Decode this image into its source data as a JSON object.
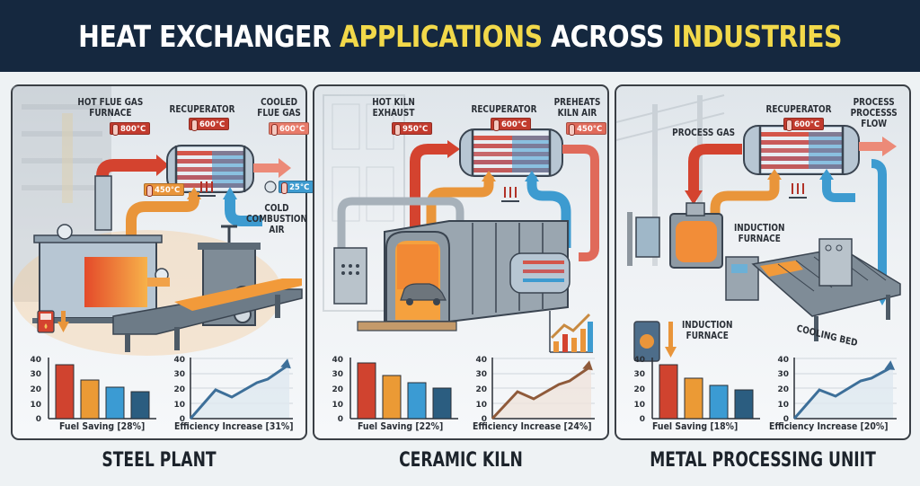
{
  "header": {
    "title_parts": [
      {
        "text": "HEAT EXCHANGER ",
        "highlight": false
      },
      {
        "text": "APPLICATIONS",
        "highlight": true
      },
      {
        "text": " ACROSS ",
        "highlight": false
      },
      {
        "text": "INDUSTRIES",
        "highlight": true
      }
    ],
    "bg_color": "#15283f",
    "highlight_color": "#f2d94a"
  },
  "panels": [
    {
      "id": "steel-plant",
      "footer_title": "STEEL PLANT",
      "labels": {
        "inlet": "HOT FLUE GAS\nFURNACE",
        "recuperator": "RECUPERATOR",
        "outlet": "COOLED\nFLUE GAS",
        "cold_air": "COLD\nCOMBUSTION\nAIR"
      },
      "temps": {
        "inlet": "800°C",
        "recuperator": "600°C",
        "outlet": "600°C",
        "preheat": "450°C",
        "cold": "25°C"
      },
      "icons": [
        "fuel-pump-icon",
        "down-arrow-icon",
        "snowflake-fan-icon",
        "heat-flow-icon",
        "furnace-illustration",
        "rolling-mill-illustration",
        "conveyor-illustration"
      ],
      "fuel_chart_title": "Fuel Saving [28%]",
      "efficiency_chart_title": "Efficiency Increase [31%]"
    },
    {
      "id": "ceramic-kiln",
      "footer_title": "CERAMIC KILN",
      "labels": {
        "inlet": "HOT KILN\nEXHAUST",
        "recuperator": "RECUPERATOR",
        "outlet": "PREHEATS\nKILN AIR"
      },
      "temps": {
        "inlet": "950°C",
        "recuperator": "600°C",
        "outlet": "450°C"
      },
      "icons": [
        "heat-flow-icon",
        "tunnel-kiln-illustration",
        "car-illustration",
        "control-panel-illustration",
        "growth-chart-icon"
      ],
      "fuel_chart_title": "Fuel Saving [22%]",
      "efficiency_chart_title": "Efficiency Increase [24%]"
    },
    {
      "id": "metal-processing",
      "footer_title": "METAL PROCESSING UNIIT",
      "labels": {
        "inlet": "PROCESS GAS",
        "recuperator": "RECUPERATOR",
        "outlet": "PROCESS\nPROCESSS\nFLOW",
        "furnace_1": "INDUCTION\nFURNACE",
        "furnace_2": "INDUCTION\nFURNACE",
        "bed": "COOLING BED"
      },
      "temps": {
        "recuperator": "600°C"
      },
      "icons": [
        "heat-flow-icon",
        "induction-furnace-illustration",
        "oil-barrel-percent-icon",
        "down-arrow-icon",
        "control-cabinet-illustration",
        "roller-conveyor-illustration"
      ],
      "fuel_chart_title": "Fuel Saving [18%]",
      "efficiency_chart_title": "Efficiency Increase [20%]"
    }
  ],
  "chart_data": [
    {
      "panel": "STEEL PLANT",
      "type": "bar",
      "title": "Fuel Saving [28%]",
      "categories": [
        "1",
        "2",
        "3",
        "4"
      ],
      "values": [
        36,
        26,
        21,
        18
      ],
      "colors": [
        "#d0432f",
        "#eb9a35",
        "#3b9bd3",
        "#2b5d80"
      ],
      "yticks": [
        0,
        10,
        20,
        30,
        40
      ],
      "ylim": [
        0,
        40
      ]
    },
    {
      "panel": "STEEL PLANT",
      "type": "line",
      "title": "Efficiency Increase [31%]",
      "x": [
        0,
        1,
        2,
        3,
        4,
        5
      ],
      "values": [
        0,
        19,
        14,
        24,
        27,
        36
      ],
      "color": "#3d6f99",
      "yticks": [
        0,
        10,
        20,
        30,
        40
      ],
      "ylim": [
        0,
        40
      ]
    },
    {
      "panel": "CERAMIC KILN",
      "type": "bar",
      "title": "Fuel Saving [22%]",
      "categories": [
        "1",
        "2",
        "3",
        "4"
      ],
      "values": [
        37,
        29,
        24,
        20
      ],
      "colors": [
        "#d0432f",
        "#eb9a35",
        "#3b9bd3",
        "#2b5d80"
      ],
      "yticks": [
        0,
        10,
        20,
        30,
        40
      ],
      "ylim": [
        0,
        40
      ]
    },
    {
      "panel": "CERAMIC KILN",
      "type": "line",
      "title": "Efficiency Increase [24%]",
      "x": [
        0,
        1,
        2,
        3,
        4,
        5
      ],
      "values": [
        0,
        18,
        14,
        24,
        26,
        34
      ],
      "color": "#8f5a3a",
      "yticks": [
        0,
        10,
        20,
        30,
        40
      ],
      "ylim": [
        0,
        40
      ]
    },
    {
      "panel": "METAL PROCESSING UNIIT",
      "type": "bar",
      "title": "Fuel Saving [18%]",
      "categories": [
        "1",
        "2",
        "3",
        "4"
      ],
      "values": [
        36,
        27,
        22,
        19
      ],
      "colors": [
        "#d0432f",
        "#eb9a35",
        "#3b9bd3",
        "#2b5d80"
      ],
      "yticks": [
        0,
        10,
        20,
        30,
        40
      ],
      "ylim": [
        0,
        40
      ]
    },
    {
      "panel": "METAL PROCESSING UNIIT",
      "type": "line",
      "title": "Efficiency Increase [20%]",
      "x": [
        0,
        1,
        2,
        3,
        4,
        5
      ],
      "values": [
        0,
        19,
        15,
        25,
        27,
        34
      ],
      "color": "#3d6f99",
      "yticks": [
        0,
        10,
        20,
        30,
        40
      ],
      "ylim": [
        0,
        40
      ]
    }
  ]
}
